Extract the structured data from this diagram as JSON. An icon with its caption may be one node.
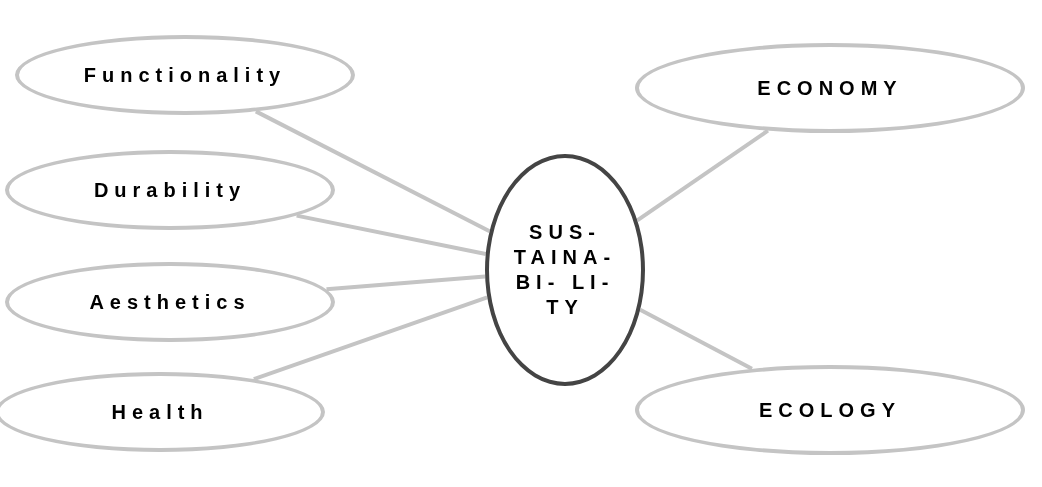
{
  "diagram": {
    "nodes": [
      {
        "text": [
          "Functionality"
        ]
      },
      {
        "text": [
          "ECONOMY"
        ]
      },
      {
        "text": [
          "Durability"
        ]
      },
      {
        "text": [
          "SUS- TAINA- BI- LI- TY"
        ]
      },
      {
        "text": [
          "Aesthetics"
        ]
      },
      {
        "text": [
          "ECOLOGY"
        ]
      },
      {
        "text": [
          "Health"
        ]
      }
    ],
    "edges": [
      {
        "from": 3,
        "to": 0,
        "arrow": "none"
      },
      {
        "from": 3,
        "to": 1,
        "arrow": "none"
      },
      {
        "from": 3,
        "to": 2,
        "arrow": "none"
      },
      {
        "from": 3,
        "to": 4,
        "arrow": "none"
      },
      {
        "from": 3,
        "to": 5,
        "arrow": "none"
      },
      {
        "from": 3,
        "to": 6,
        "arrow": "none"
      }
    ]
  }
}
